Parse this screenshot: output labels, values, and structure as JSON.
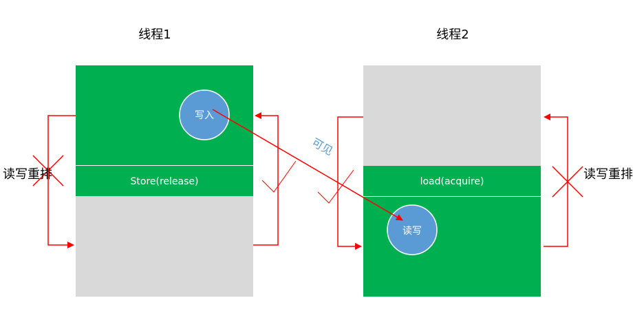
{
  "thread1": {
    "title": "线程1",
    "barrier_label": "Store(release)",
    "circle_label": "写入",
    "side_label": "读写重排"
  },
  "thread2": {
    "title": "线程2",
    "barrier_label": "load(acquire)",
    "circle_label": "读写",
    "side_label": "读写重排"
  },
  "visibility_label": "可见",
  "colors": {
    "green": "#00b050",
    "gray": "#d9d9d9",
    "circle": "#5b9bd5",
    "red": "#ff0000",
    "visibility_text": "#5b9bd5"
  }
}
